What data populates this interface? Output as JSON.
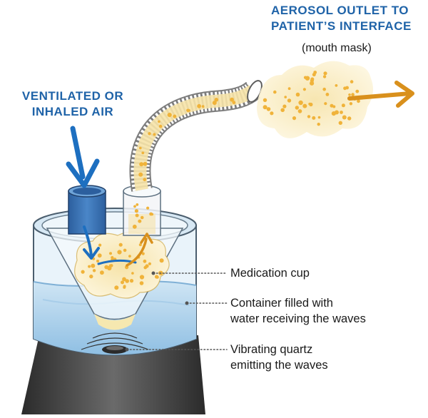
{
  "labels": {
    "aerosol_outlet_line1": "AEROSOL OUTLET TO",
    "aerosol_outlet_line2": "PATIENT’S INTERFACE",
    "mouth_mask": "(mouth mask)",
    "inlet_line1": "VENTILATED OR",
    "inlet_line2": "INHALED AIR"
  },
  "callouts": {
    "medication_cup": "Medication cup",
    "container_line1": "Container filled with",
    "container_line2": "water receiving the waves",
    "quartz_line1": "Vibrating quartz",
    "quartz_line2": "emitting the waves"
  },
  "colors": {
    "title_blue": "#1f63a8",
    "arrow_blue": "#1d6fc0",
    "arrow_orange": "#d9901c",
    "aerosol_dot": "#f0b33a",
    "aerosol_cloud": "#fbf1cf",
    "water": "#bcd9ee",
    "base": "#4a4a4a"
  }
}
